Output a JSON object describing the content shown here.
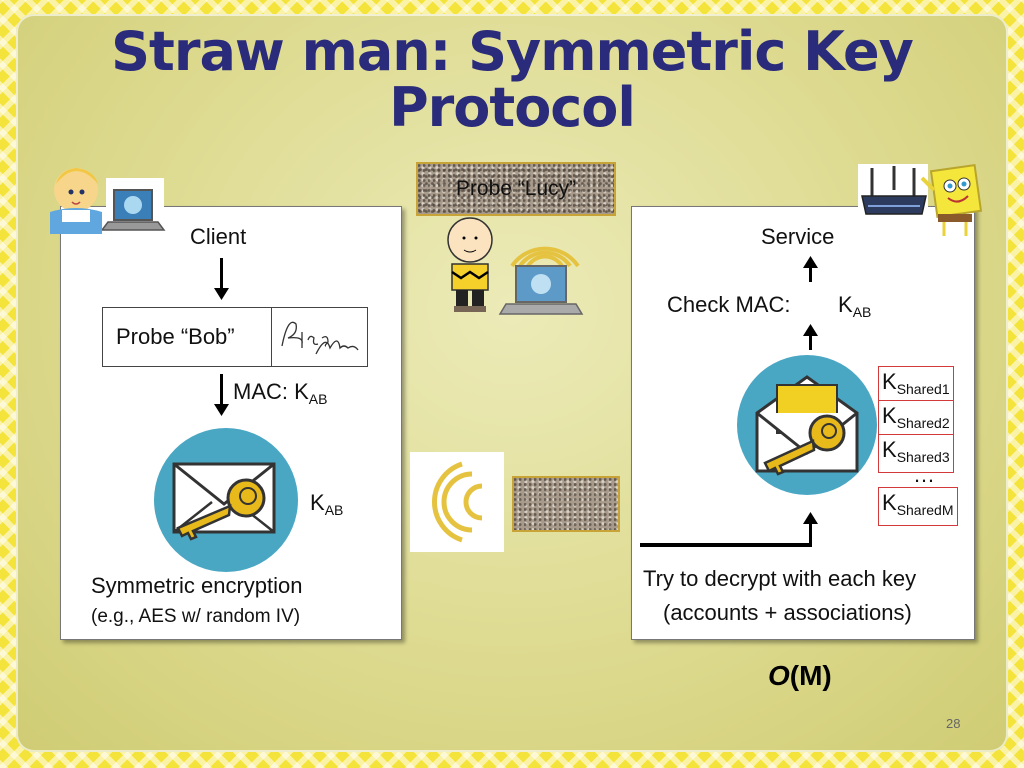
{
  "title": "Straw man: Symmetric Key Protocol",
  "probe_lucy": "Probe “Lucy”",
  "left": {
    "client": "Client",
    "probe_bob": "Probe “Bob”",
    "mac_label": "MAC:  K",
    "mac_sub": "AB",
    "key_label": "K",
    "key_sub": "AB",
    "enc_title": "Symmetric encryption",
    "enc_detail": "(e.g., AES w/ random IV)"
  },
  "right": {
    "service": "Service",
    "check_mac": "Check MAC:",
    "check_key": "K",
    "check_key_sub": "AB",
    "keys": [
      {
        "k": "K",
        "sub": "Shared1"
      },
      {
        "k": "K",
        "sub": "Shared2"
      },
      {
        "k": "K",
        "sub": "Shared3"
      },
      {
        "k": "K",
        "sub": "SharedM"
      }
    ],
    "ellipsis": "…",
    "try_line1": "Try to decrypt with each key",
    "try_line2": "(accounts + associations)"
  },
  "complexity_o": "O",
  "complexity_rest": "(M)",
  "page_number": "28",
  "colors": {
    "title": "#2a2b7a",
    "envelope_circle": "#4aa7c4",
    "key_gold": "#e7b91a",
    "kbox_border": "#d43a3a"
  }
}
